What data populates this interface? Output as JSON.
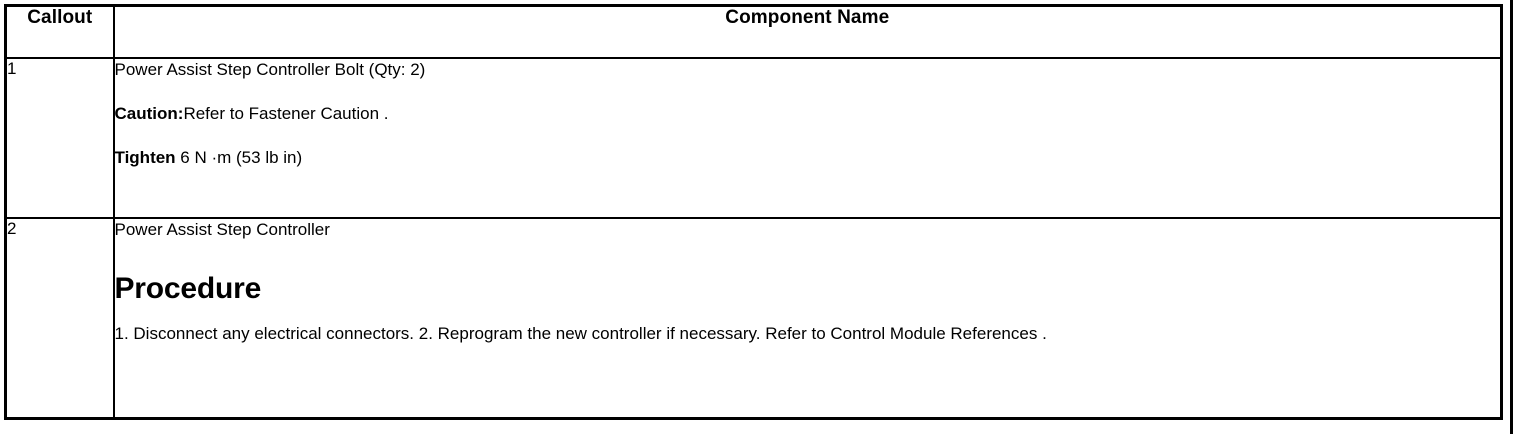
{
  "table": {
    "headers": {
      "callout": "Callout",
      "component_name": "Component Name"
    },
    "rows": [
      {
        "callout": "1",
        "lines": [
          {
            "text": "Power Assist Step Controller Bolt (Qty: 2)"
          },
          {
            "bold_label": "Caution:",
            "text": "Refer to Fastener Caution ."
          },
          {
            "bold_label": "Tighten",
            "text": " 6 N ·m (53 lb in)"
          }
        ]
      },
      {
        "callout": "2",
        "title": "Power Assist Step Controller",
        "procedure_heading": "Procedure",
        "procedure_text": "1. Disconnect any electrical connectors. 2. Reprogram the new controller if necessary. Refer to Control Module References ."
      }
    ]
  },
  "style": {
    "border_color": "#000000",
    "background_color": "#ffffff",
    "text_color": "#000000"
  }
}
